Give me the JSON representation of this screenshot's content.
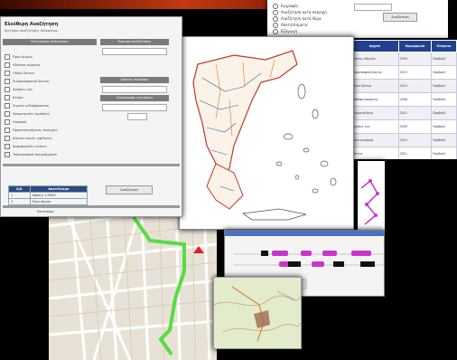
{
  "search_form": {
    "title": "Ελεύθερη Αναζήτηση",
    "subtitle": "Κριτήρια αναζήτησης δεδομένων",
    "left_header": "Κατηγορίες δεδομένων",
    "right_header": "Περιοχή αναζήτησης",
    "right_subheader_1": "Χρονική περίοδος",
    "right_subheader_2": "Συνδυασμός κριτηρίων",
    "checkboxes": [
      "Όρια Δήμων",
      "Υδάτινα σώματα",
      "Οδικό δίκτυο",
      "Σιδηροδρομικό δίκτυο",
      "Χρήσεις γης",
      "Κτίρια",
      "Σημεία ενδιαφέροντος",
      "Υψομετρικές καμπύλες",
      "Οικισμοί",
      "Προστατευόμενες περιοχές",
      "Δίκτυα κοινής ωφέλειας",
      "Δορυφορικές εικόνες",
      "Τοπογραφικά διαγράμματα"
    ],
    "table_headers": [
      "Α/Α",
      "Αποτέλεσμα"
    ],
    "table_rows": [
      [
        "1",
        "Χάρτης 1:5000"
      ],
      [
        "2",
        "Όρια Δήμων"
      ]
    ],
    "search_button": "Αναζήτηση",
    "footer_link": "Επιστροφή"
  },
  "top_form": {
    "options": [
      "Εγγραφές",
      "Αναζήτηση κατά περιοχή",
      "Αναζήτηση κατά θέμα",
      "Αποτελέσματα",
      "Εξαγωγή"
    ],
    "button": "Αναζήτηση"
  },
  "results_table": {
    "headers": [
      "Αρχείο",
      "Ημερομηνία",
      "Ενέργεια"
    ],
    "rows": [
      [
        "Χάρτης Αθηνών",
        "2009",
        "Προβολή"
      ],
      [
        "Υδρογραφικό δίκτυο",
        "2010",
        "Προβολή"
      ],
      [
        "Οδικό δίκτυο",
        "2010",
        "Προβολή"
      ],
      [
        "Ορθοφωτοχάρτης",
        "2008",
        "Προβολή"
      ],
      [
        "Κτηματολόγιο",
        "2011",
        "Προβολή"
      ],
      [
        "Χρήσεις γης",
        "2009",
        "Προβολή"
      ],
      [
        "Όρια οικισμών",
        "2010",
        "Προβολή"
      ],
      [
        "Δίκτυα",
        "2011",
        "Προβολή"
      ]
    ]
  },
  "colors": {
    "accent_blue": "#23408e",
    "route_green": "#55dd44",
    "gantt_magenta": "#cc33cc",
    "marker_red": "#e02020"
  }
}
